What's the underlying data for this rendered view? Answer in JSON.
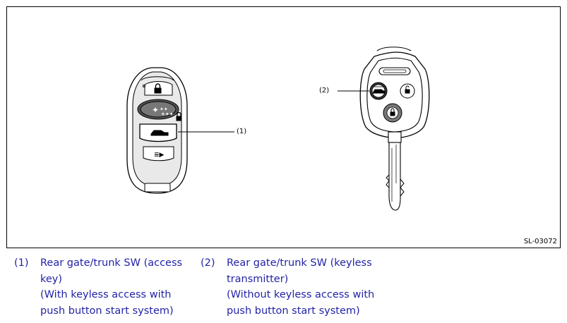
{
  "figure": {
    "code": "SL-03072",
    "callouts": [
      {
        "label": "(1)"
      },
      {
        "label": "(2)"
      }
    ]
  },
  "legend": [
    {
      "number": "(1)",
      "lines": [
        "Rear gate/trunk SW (access",
        "key)",
        "(With keyless access with",
        "push button start system)"
      ]
    },
    {
      "number": "(2)",
      "lines": [
        "Rear gate/trunk SW (keyless",
        "transmitter)",
        "(Without keyless access with",
        "push button start system)"
      ]
    }
  ],
  "colors": {
    "legend_text": "#2323a8",
    "line_art": "#000000"
  }
}
